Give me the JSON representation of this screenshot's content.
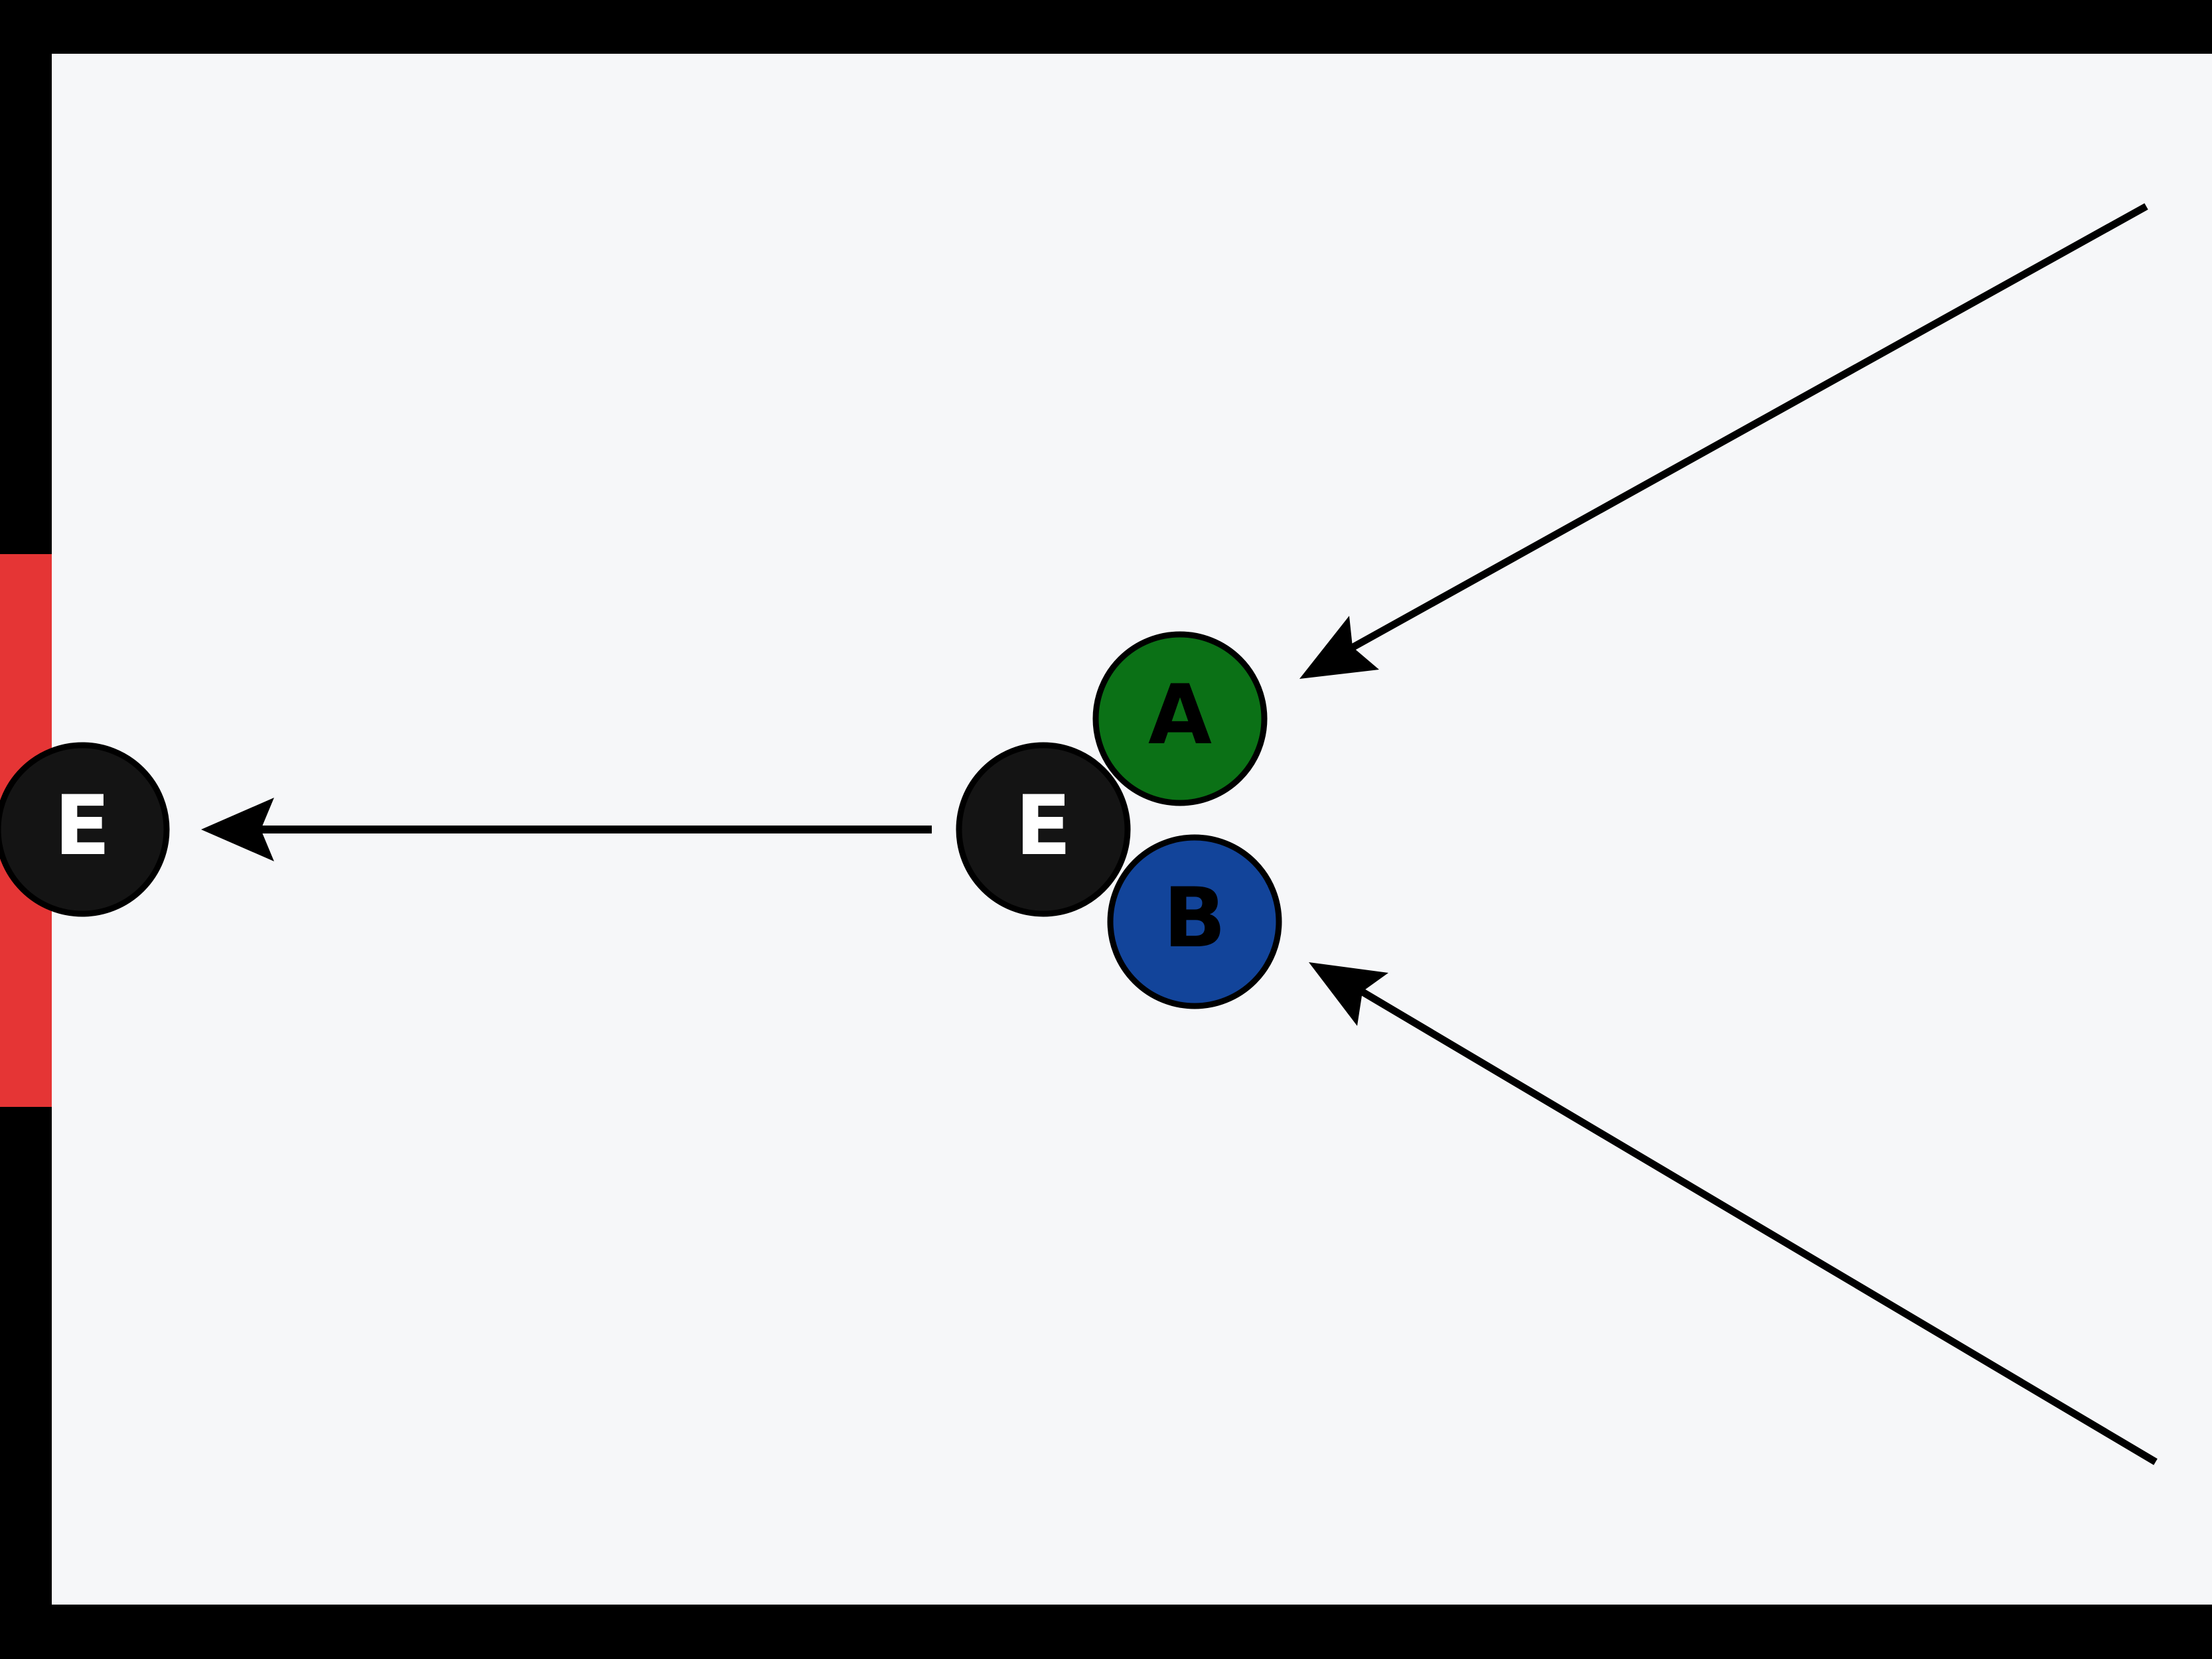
{
  "colors": {
    "frame": "#000000",
    "field": "#F6F7F9",
    "goal": "#E53535",
    "ball_e": "#141414",
    "ball_a": "#0B7116",
    "ball_b": "#12449A",
    "arrow": "#000000",
    "label_light": "#FFFFFF",
    "label_dark": "#000000"
  },
  "balls": [
    {
      "id": "e-left",
      "label": "E",
      "fill_color": "ball_e",
      "label_color": "label_light"
    },
    {
      "id": "e-center",
      "label": "E",
      "fill_color": "ball_e",
      "label_color": "label_light"
    },
    {
      "id": "a",
      "label": "A",
      "fill_color": "ball_a",
      "label_color": "label_dark"
    },
    {
      "id": "b",
      "label": "B",
      "fill_color": "ball_b",
      "label_color": "label_dark"
    }
  ],
  "arrows": [
    {
      "id": "arrow-e-to-goal",
      "direction": "left"
    },
    {
      "id": "arrow-to-a",
      "direction": "down-left"
    },
    {
      "id": "arrow-to-b",
      "direction": "up-left"
    }
  ]
}
